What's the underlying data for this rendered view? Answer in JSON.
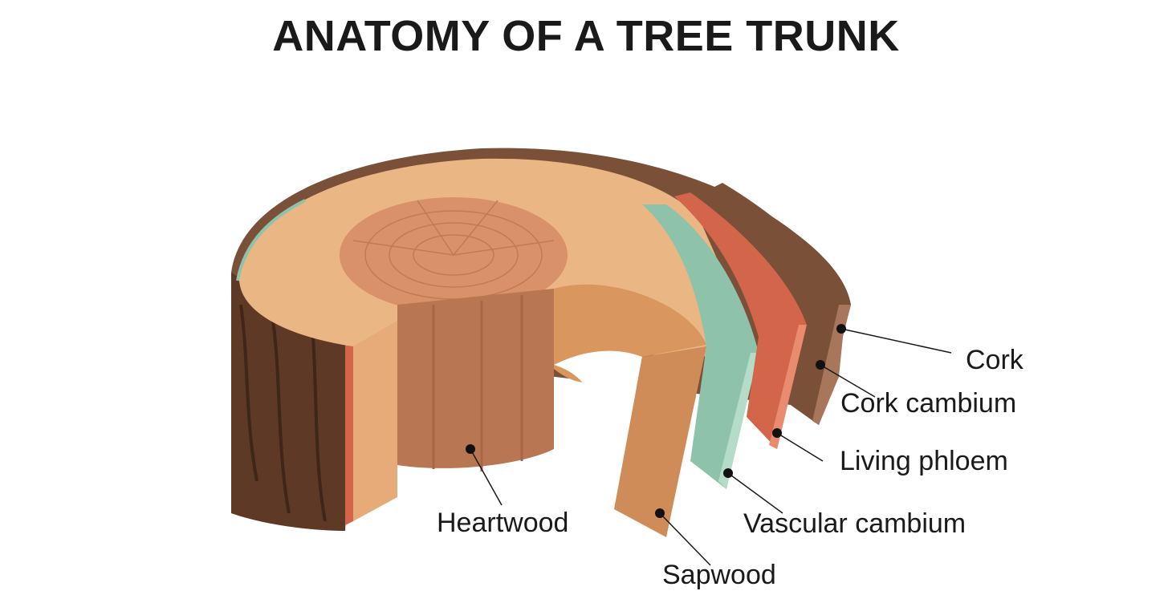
{
  "title": "ANATOMY OF A TREE TRUNK",
  "labels": {
    "cork": "Cork",
    "cork_cambium": "Cork cambium",
    "living_phloem": "Living phloem",
    "vascular_cambium": "Vascular cambium",
    "sapwood": "Sapwood",
    "heartwood": "Heartwood"
  },
  "colors": {
    "bark": "#7b5039",
    "bark_dark": "#5e3a26",
    "cork_edge": "#a8765a",
    "phloem": "#d2654a",
    "phloem_edge": "#e98b6e",
    "cambium": "#8fc2aa",
    "cambium_edge": "#b4dcc8",
    "sapwood_top": "#eab684",
    "sapwood_face": "#d9975f",
    "heartwood_top": "#d89168",
    "heartwood_side": "#b97652"
  }
}
